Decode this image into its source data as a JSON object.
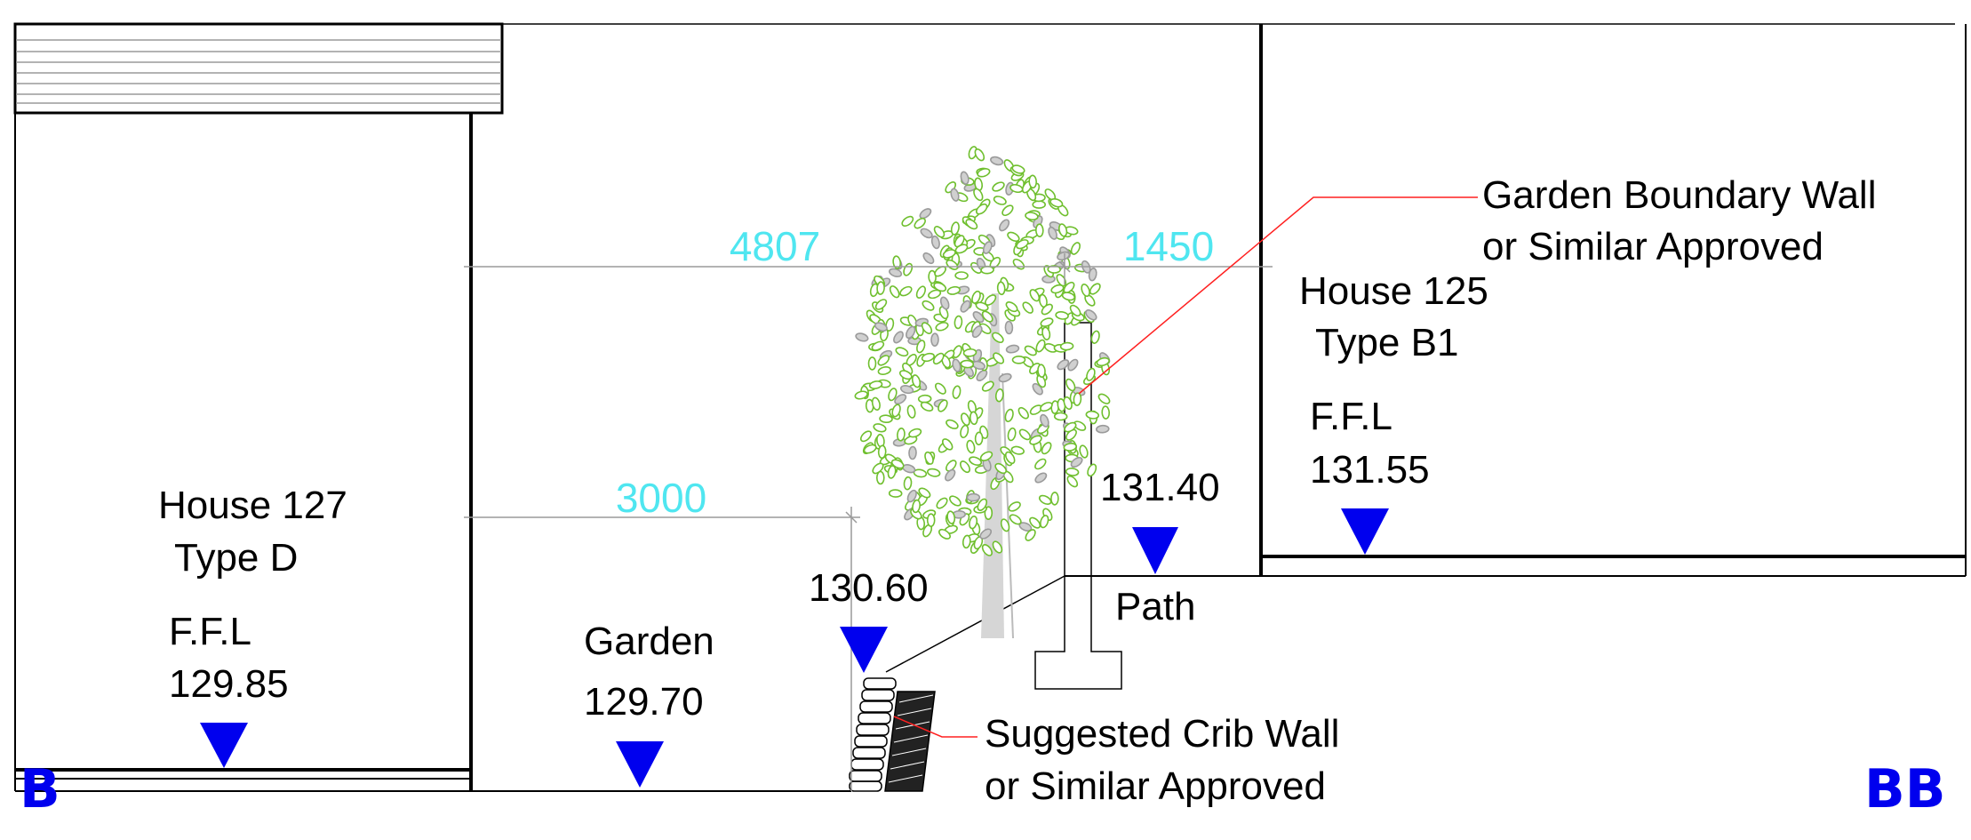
{
  "colors": {
    "line": "#000000",
    "marker": "#0000ee",
    "dimension": "#4fe6f0",
    "leader": "#ff2020",
    "foliage": "#7bc23a",
    "foliage_shade": "#b8b8b8",
    "trunk": "#d6d6d6"
  },
  "section_marks": {
    "left": "B",
    "right": "BB"
  },
  "dimensions": {
    "d1": "4807",
    "d2": "1450",
    "d3": "3000"
  },
  "house_left": {
    "name": "House 127",
    "type": "Type D",
    "ffl_label": "F.F.L",
    "ffl_value": "129.85"
  },
  "house_right": {
    "name": "House 125",
    "type": "Type B1",
    "ffl_label": "F.F.L",
    "ffl_value": "131.55"
  },
  "garden": {
    "label": "Garden",
    "level": "129.70"
  },
  "crib_top_level": "130.60",
  "path": {
    "level": "131.40",
    "label": "Path"
  },
  "notes": {
    "boundary_line1": "Garden Boundary Wall",
    "boundary_line2": "or Similar Approved",
    "crib_line1": "Suggested Crib Wall",
    "crib_line2": "or Similar Approved"
  },
  "icons": [
    "level-marker-icon",
    "tree-icon",
    "section-mark-icon"
  ]
}
